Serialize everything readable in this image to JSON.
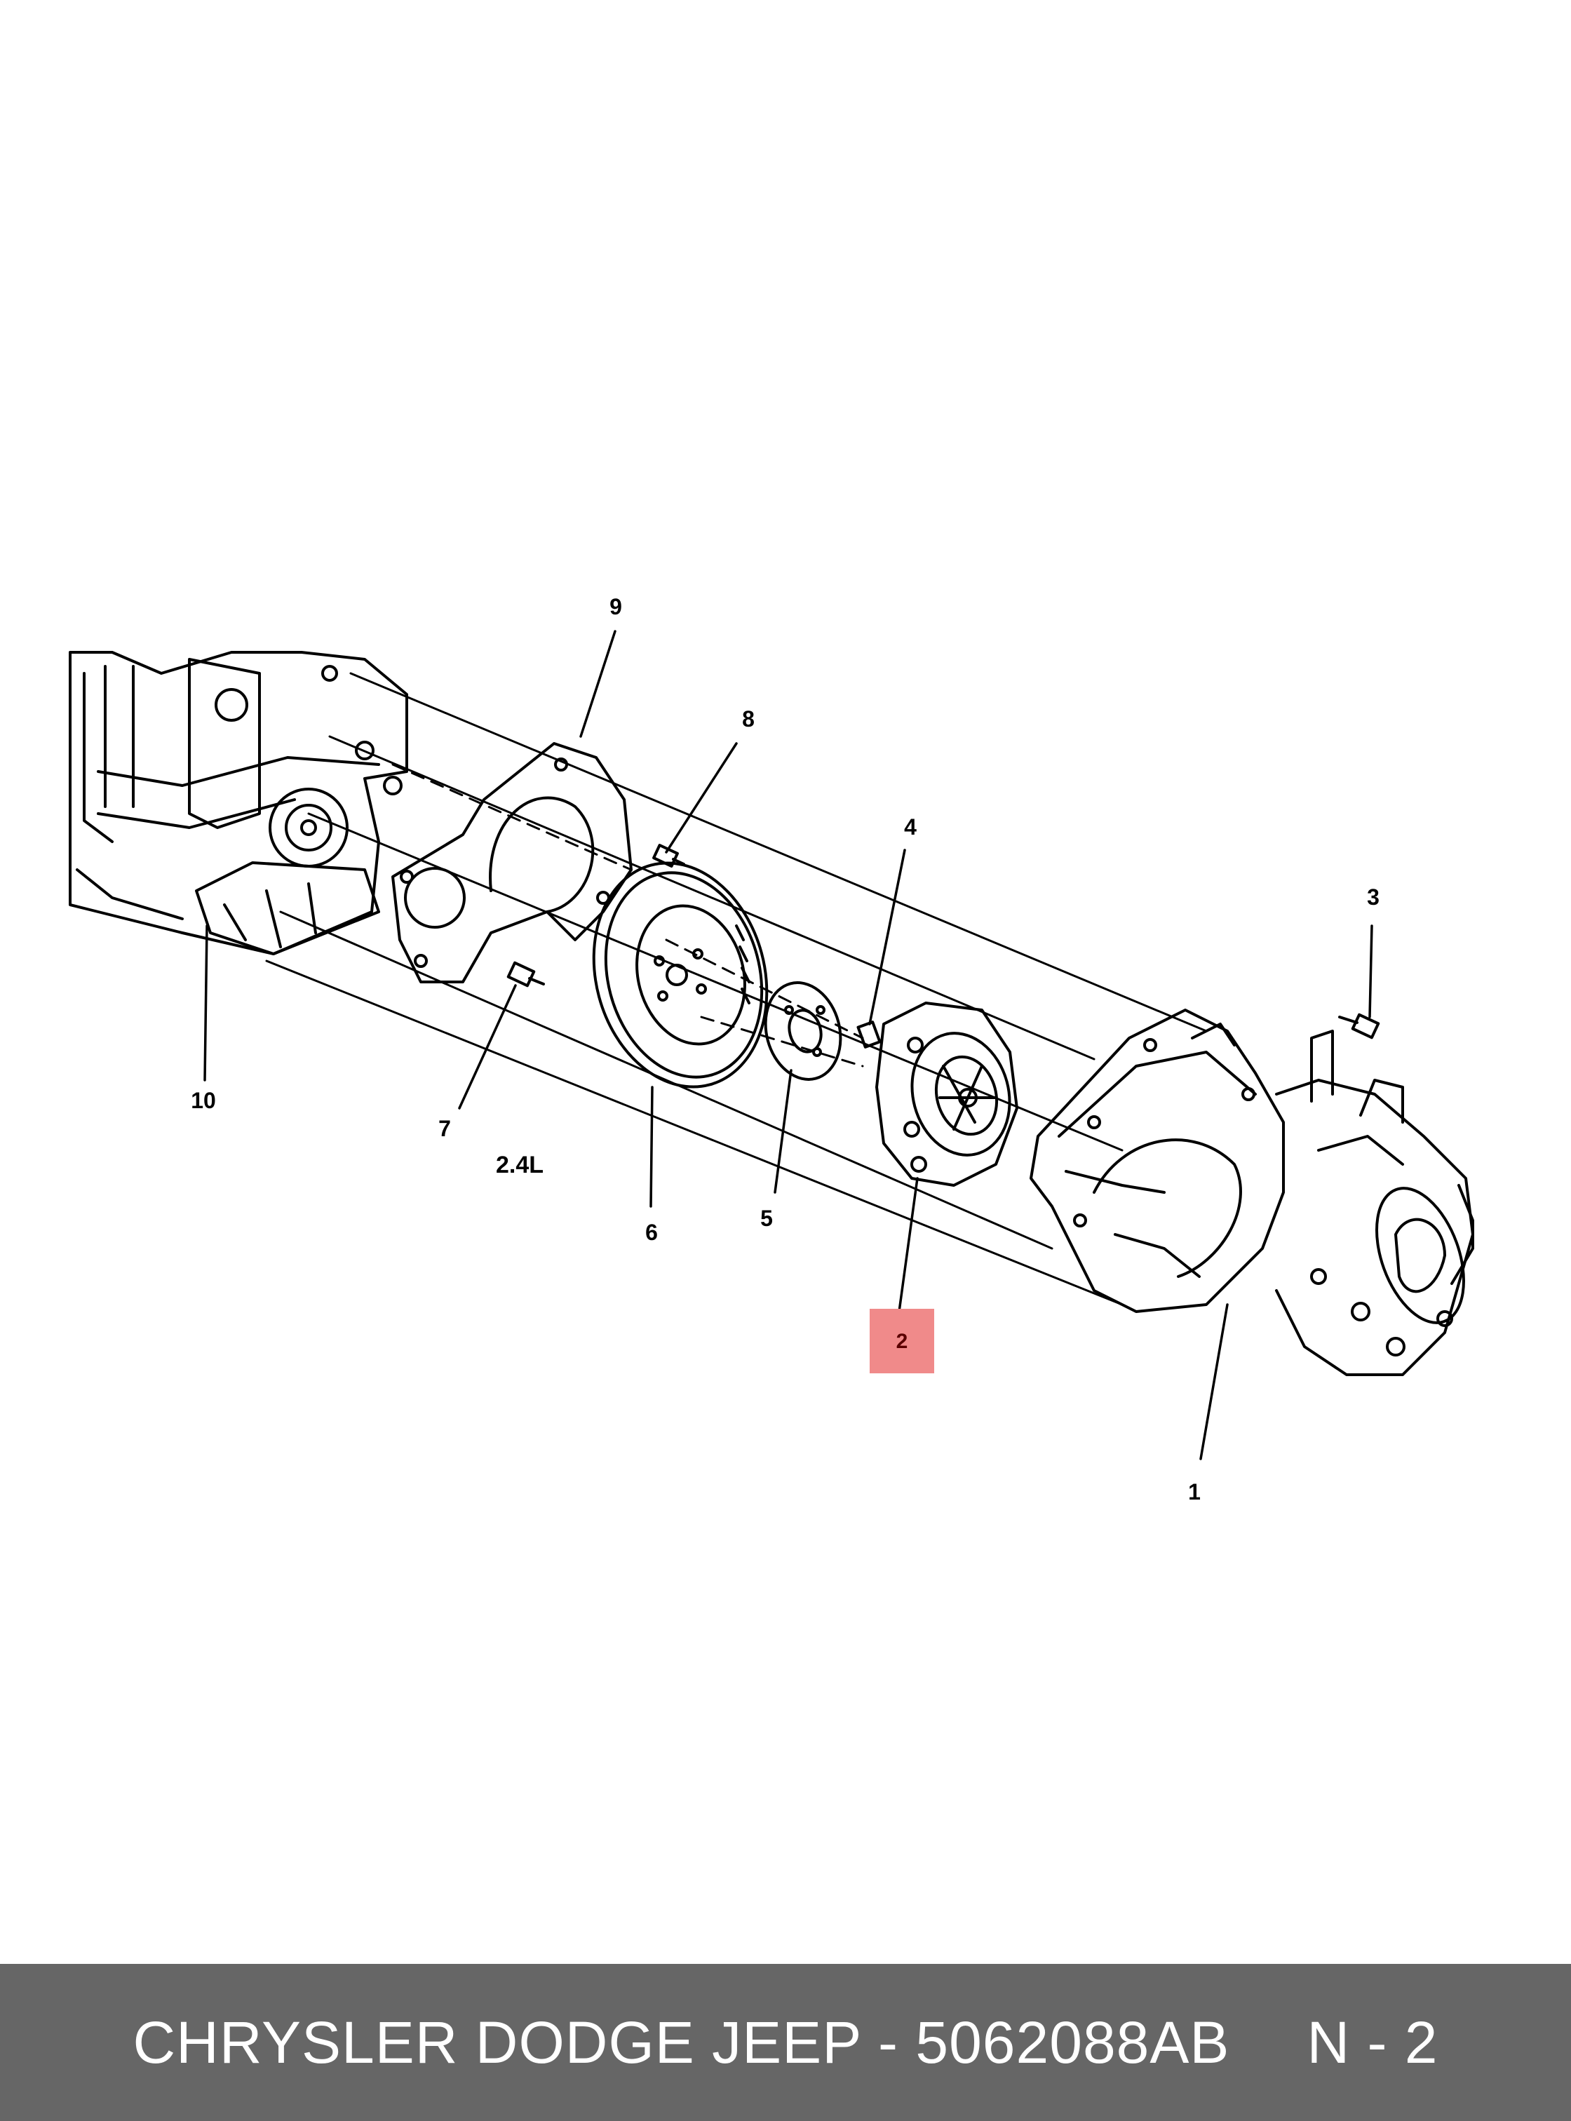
{
  "callouts": {
    "c1": "1",
    "c2": "2",
    "c3": "3",
    "c4": "4",
    "c5": "5",
    "c6": "6",
    "c7": "7",
    "c8": "8",
    "c9": "9",
    "c10": "10"
  },
  "engine_label": "2.4L",
  "highlight": {
    "part": "2",
    "color": "#f08a8a"
  },
  "footer": {
    "brand_part": "CHRYSLER DODGE JEEP - 5062088AB",
    "ref": "N - 2"
  }
}
